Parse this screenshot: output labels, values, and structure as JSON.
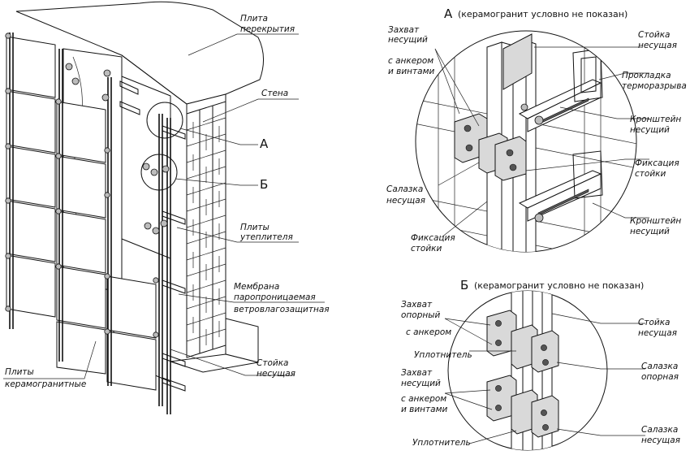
{
  "left_view": {
    "labels": {
      "slab_1": "Плита",
      "slab_2": "перекрытия",
      "wall": "Стена",
      "callout_a": "А",
      "callout_b": "Б",
      "insulation_1": "Плиты",
      "insulation_2": "утеплителя",
      "membrane_1": "Мембрана",
      "membrane_2": "паропроницаемая",
      "membrane_3": "ветровлагозащитная",
      "post_1": "Стойка",
      "post_2": "несущая",
      "tiles_1": "Плиты",
      "tiles_2": "керамогранитные"
    }
  },
  "detail_a": {
    "letter": "А",
    "note": "(керамогранит условно не показан)",
    "labels": {
      "grip_1": "Захват",
      "grip_2": "несущий",
      "grip_3": "с анкером",
      "grip_4": "и винтами",
      "post_1": "Стойка",
      "post_2": "несущая",
      "pad_1": "Прокладка",
      "pad_2": "терморазрыва",
      "bracket_1": "Кронштейн",
      "bracket_2": "несущий",
      "fix_right_1": "Фиксация",
      "fix_right_2": "стойки",
      "slider_1": "Салазка",
      "slider_2": "несущая",
      "bracket2_1": "Кронштейн",
      "bracket2_2": "несущий",
      "fix_left_1": "Фиксация",
      "fix_left_2": "стойки"
    }
  },
  "detail_b": {
    "letter": "Б",
    "note": "(керамогранит условно не показан)",
    "labels": {
      "grip_1": "Захват",
      "grip_2": "опорный",
      "grip_3": "с анкером",
      "post_1": "Стойка",
      "post_2": "несущая",
      "seal_top": "Уплотнитель",
      "slider_1": "Салазка",
      "slider_2": "опорная",
      "grip2_1": "Захват",
      "grip2_2": "несущий",
      "grip2_3": "с анкером",
      "grip2_4": "и винтами",
      "slider2_1": "Салазка",
      "slider2_2": "несущая",
      "seal_bottom": "Уплотнитель"
    }
  }
}
